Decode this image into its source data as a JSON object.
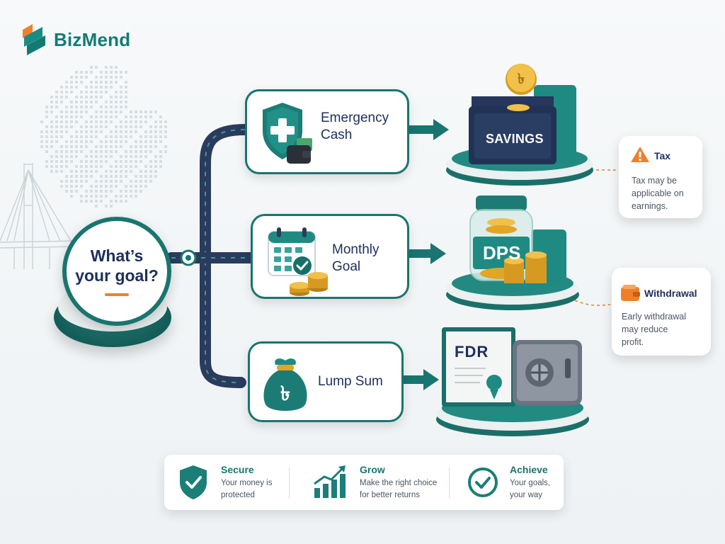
{
  "brand": {
    "name": "BizMend"
  },
  "goal": {
    "text_line1": "What’s",
    "text_line2": "your goal?"
  },
  "options": [
    {
      "line1": "Emergency",
      "line2": "Cash",
      "icon": "shield-medical-icon",
      "product": "SAVINGS"
    },
    {
      "line1": "Monthly",
      "line2": "Goal",
      "icon": "calendar-check-icon",
      "product": "DPS"
    },
    {
      "line1": "Lump Sum",
      "line2": "",
      "icon": "money-bag-taka-icon",
      "product": "FDR"
    }
  ],
  "notes": {
    "tax": {
      "title": "Tax",
      "line1": "Tax may be",
      "line2": "applicable on",
      "line3": "earnings."
    },
    "withdrawal": {
      "title": "Withdrawal",
      "line1": "Early withdrawal",
      "line2": "may reduce",
      "line3": "profit."
    }
  },
  "features": [
    {
      "title": "Secure",
      "line1": "Your money is",
      "line2": "protected",
      "icon": "shield-check-icon"
    },
    {
      "title": "Grow",
      "line1": "Make the right choice",
      "line2": "for better returns",
      "icon": "growth-chart-icon"
    },
    {
      "title": "Achieve",
      "line1": "Your goals,",
      "line2": "your way",
      "icon": "check-circle-icon"
    }
  ],
  "colors": {
    "teal": "#18756f",
    "navy": "#1d2f5c",
    "orange": "#f07f2b",
    "gold": "#e2a526"
  }
}
